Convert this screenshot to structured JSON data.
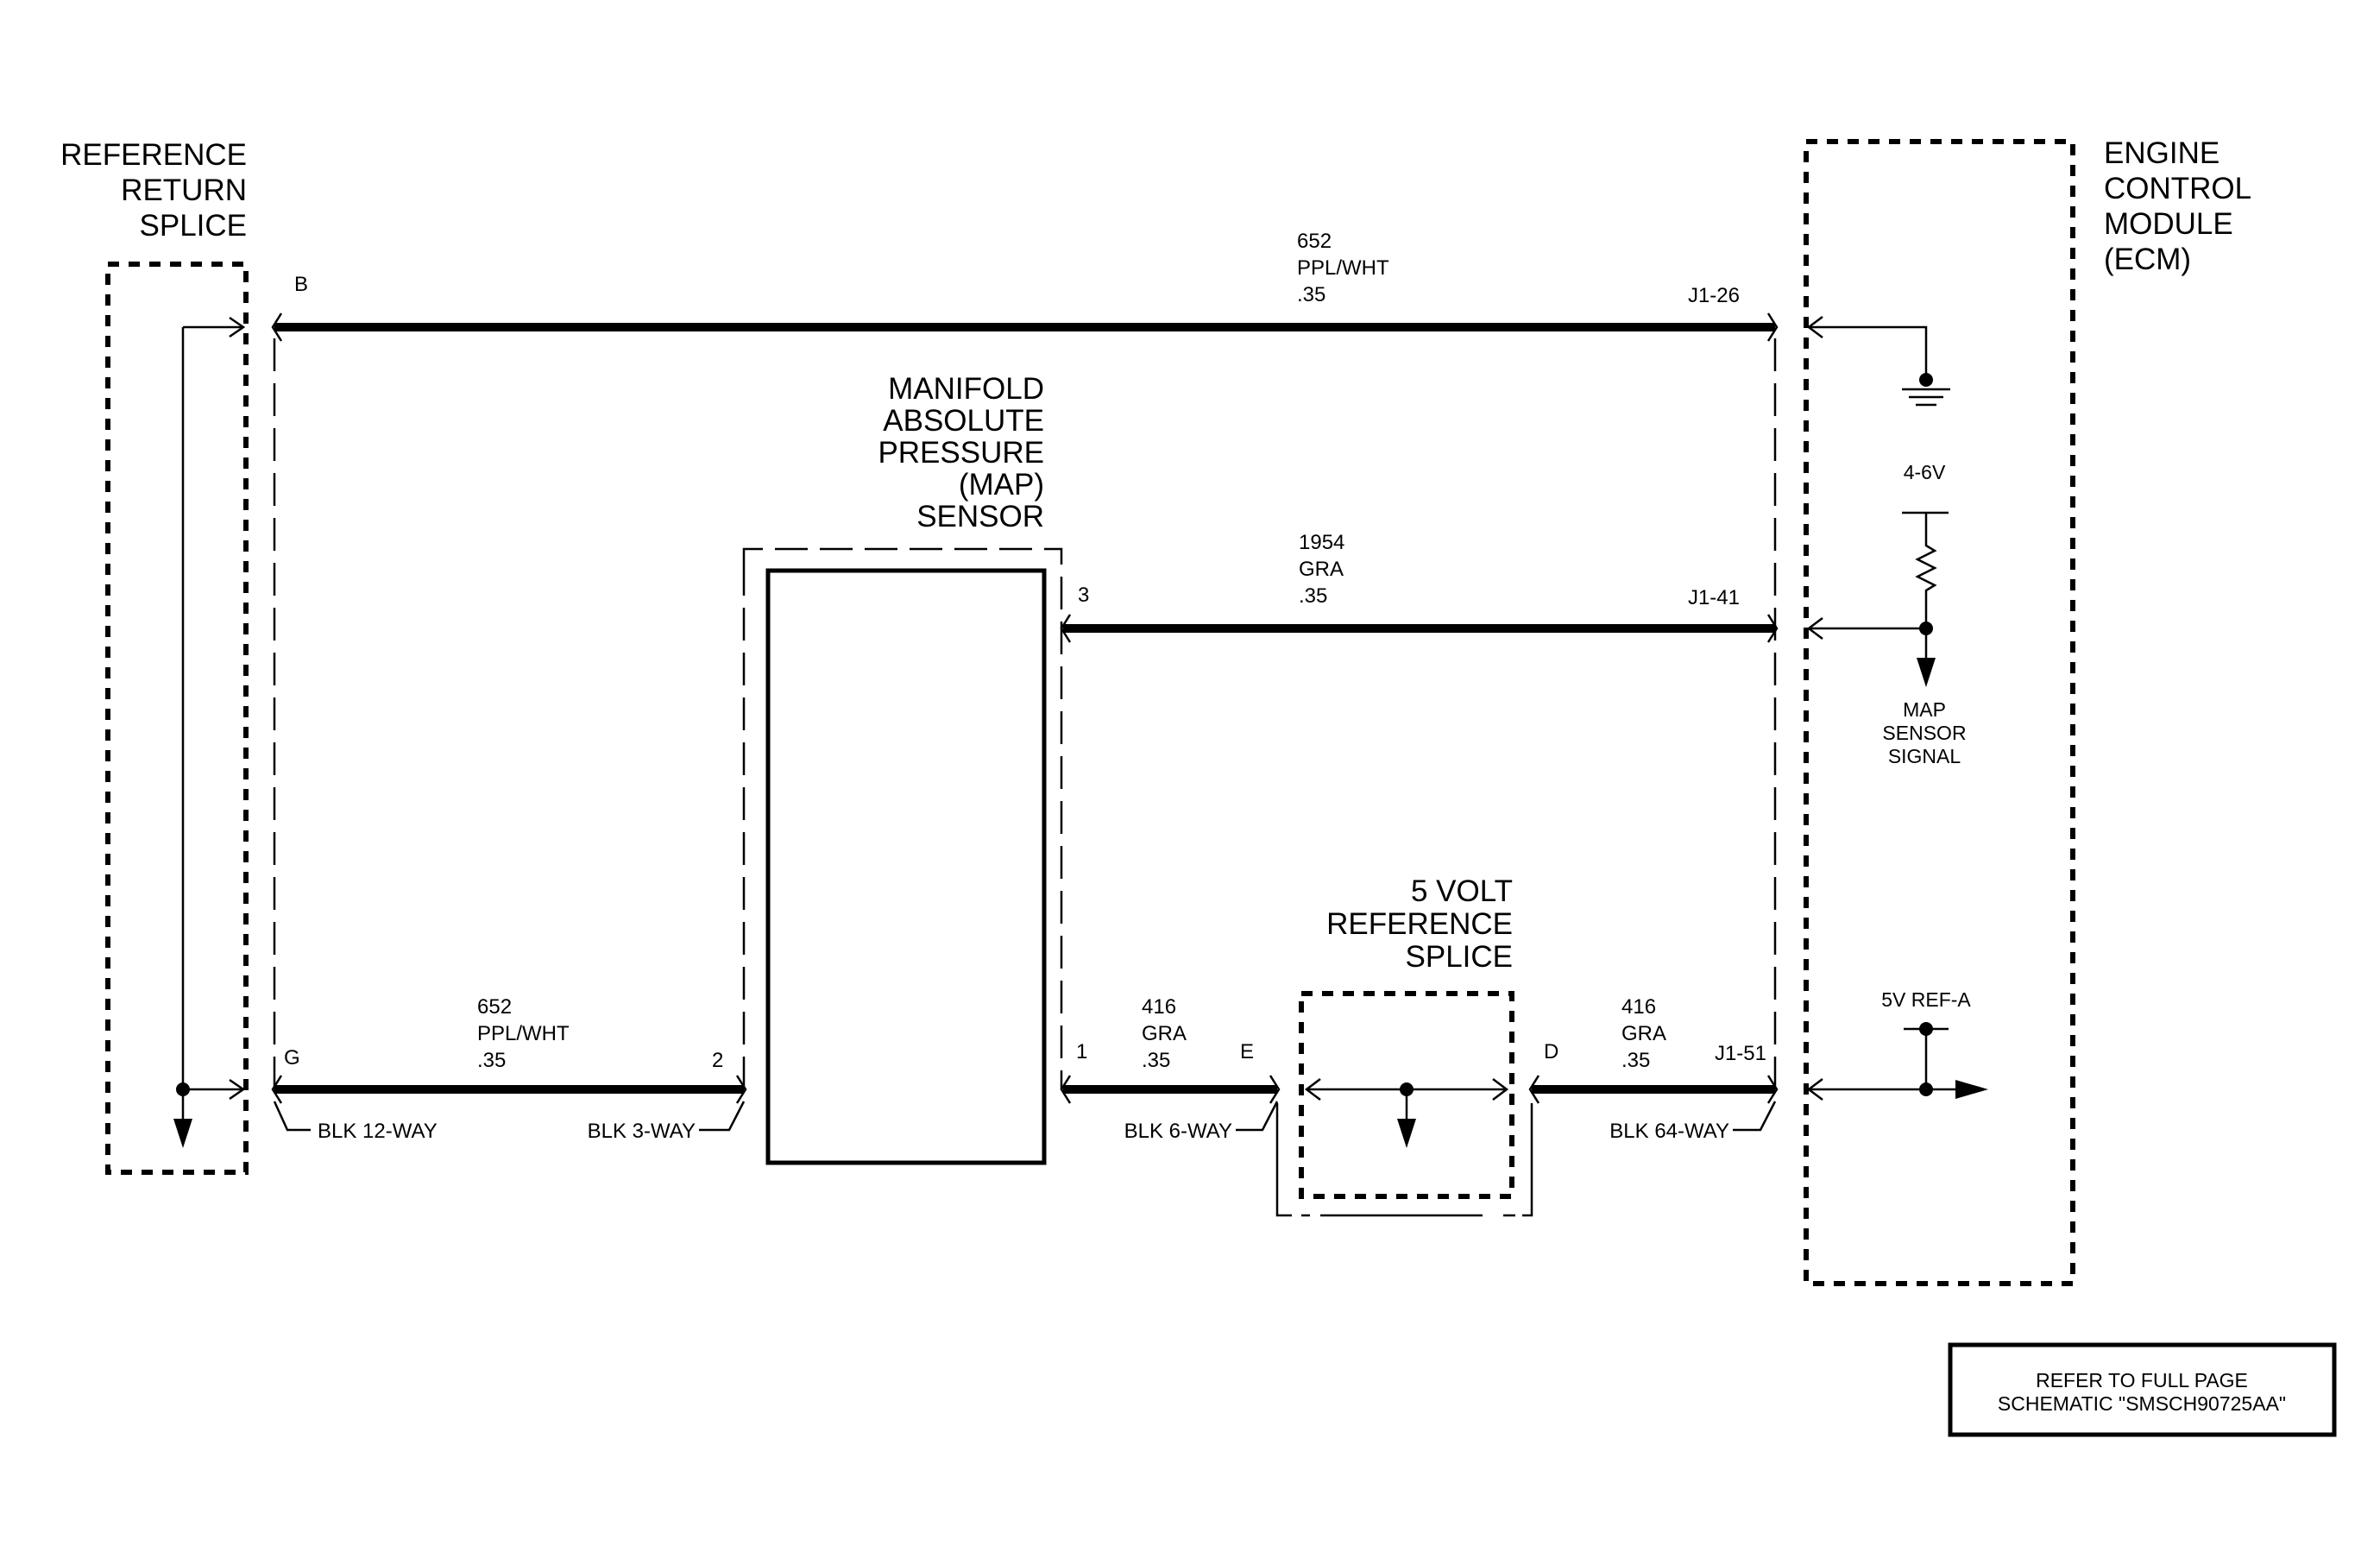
{
  "components": {
    "reference_return_splice": {
      "line1": "REFERENCE",
      "line2": "RETURN",
      "line3": "SPLICE"
    },
    "ecm": {
      "line1": "ENGINE",
      "line2": "CONTROL",
      "line3": "MODULE",
      "line4": "(ECM)"
    },
    "map_sensor": {
      "line1": "MANIFOLD",
      "line2": "ABSOLUTE",
      "line3": "PRESSURE",
      "line4": "(MAP)",
      "line5": "SENSOR"
    },
    "five_volt_splice": {
      "line1": "5 VOLT",
      "line2": "REFERENCE",
      "line3": "SPLICE"
    }
  },
  "wires": {
    "top": {
      "circuit": "652",
      "color": "PPL/WHT",
      "gauge": ".35",
      "left_pin": "B",
      "right_pin": "J1-26"
    },
    "middle": {
      "circuit": "1954",
      "color": "GRA",
      "gauge": ".35",
      "left_pin": "3",
      "right_pin": "J1-41"
    },
    "bottom_left": {
      "circuit": "652",
      "color": "PPL/WHT",
      "gauge": ".35",
      "left_pin": "G",
      "right_pin": "2",
      "left_connector": "BLK 12-WAY",
      "right_connector": "BLK 3-WAY"
    },
    "bottom_mid": {
      "circuit": "416",
      "color": "GRA",
      "gauge": ".35",
      "left_pin": "1",
      "right_pin": "E",
      "connector": "BLK 6-WAY"
    },
    "bottom_right": {
      "circuit": "416",
      "color": "GRA",
      "gauge": ".35",
      "left_pin": "D",
      "right_pin": "J1-51",
      "connector": "BLK 64-WAY"
    }
  },
  "ecm_internal": {
    "voltage": "4-6V",
    "signal": {
      "line1": "MAP",
      "line2": "SENSOR",
      "line3": "SIGNAL"
    },
    "ref": "5V REF-A"
  },
  "note": {
    "line1": "REFER TO FULL PAGE",
    "line2": "SCHEMATIC \"SMSCH90725AA\""
  }
}
